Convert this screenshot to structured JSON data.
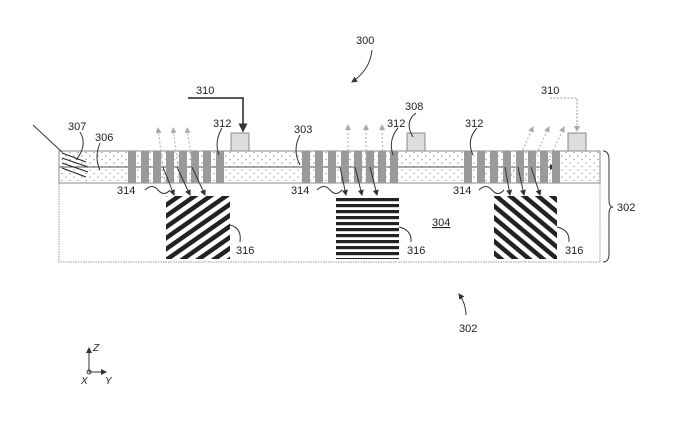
{
  "figure_number": "300",
  "labels": {
    "coupler": "307",
    "waveguide_layer": "306",
    "core": "303",
    "light_source_left": "310",
    "light_source_right": "310",
    "detector": "308",
    "grating_1": "312",
    "grating_2": "312",
    "grating_3": "312",
    "beam_1": "314",
    "beam_2": "314",
    "beam_3": "314",
    "pattern_1": "316",
    "pattern_2": "316",
    "pattern_3": "316",
    "substrate": "304",
    "assembly_bracket": "302",
    "assembly_bottom": "302"
  },
  "axes": {
    "z": "Z",
    "x": "X",
    "y": "Y"
  }
}
